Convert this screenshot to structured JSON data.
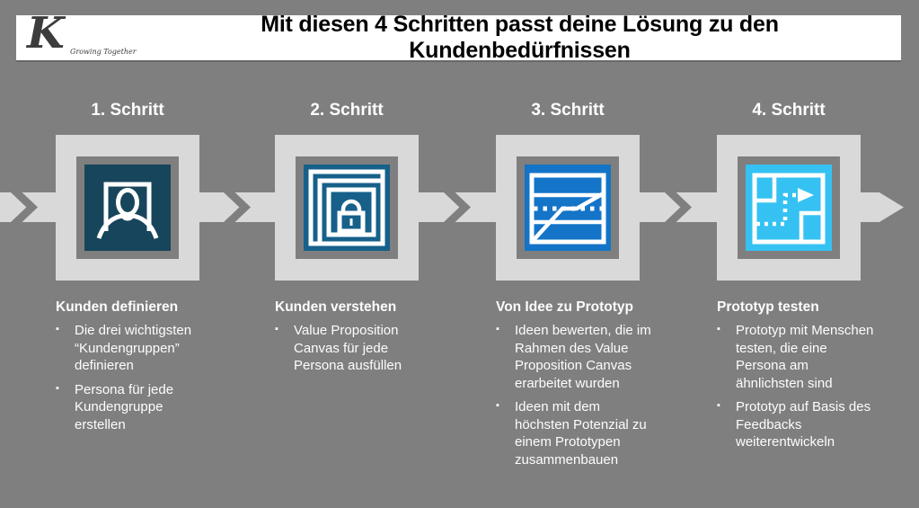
{
  "header": {
    "title": "Mit diesen 4 Schritten passt deine Lösung zu den Kundenbedürfnissen",
    "logo_letter": "K",
    "logo_tagline": "Growing Together"
  },
  "colors": {
    "background": "#7f7f7f",
    "panel_light": "#d9d9d9",
    "header_bar": "#ffffff",
    "step1_icon": "#17455c",
    "step2_icon": "#16608a",
    "step3_icon": "#1374c8",
    "step4_icon": "#35c2f2",
    "text": "#ffffff"
  },
  "steps": [
    {
      "label": "1. Schritt",
      "icon": "persona-icon",
      "icon_color": "#17455c",
      "heading": "Kunden definieren",
      "bullets": [
        "Die drei wichtigsten “Kundengruppen” definieren",
        "Persona für jede Kundengruppe erstellen"
      ]
    },
    {
      "label": "2. Schritt",
      "icon": "canvas-lock-icon",
      "icon_color": "#16608a",
      "heading": "Kunden verstehen",
      "bullets": [
        "Value Proposition Canvas für jede Persona ausfüllen"
      ]
    },
    {
      "label": "3. Schritt",
      "icon": "idea-chart-icon",
      "icon_color": "#1374c8",
      "heading": "Von Idee zu Prototyp",
      "bullets": [
        "Ideen bewerten, die im Rahmen des Value Proposition Canvas erarbeitet wurden",
        "Ideen mit dem höchsten Potenzial zu einem Prototypen zusammenbauen"
      ]
    },
    {
      "label": "4. Schritt",
      "icon": "prototype-path-icon",
      "icon_color": "#35c2f2",
      "heading": "Prototyp testen",
      "bullets": [
        "Prototyp mit Menschen testen, die eine Persona am ähnlichsten sind",
        "Prototyp auf Basis des Feedbacks weiterentwickeln"
      ]
    }
  ]
}
